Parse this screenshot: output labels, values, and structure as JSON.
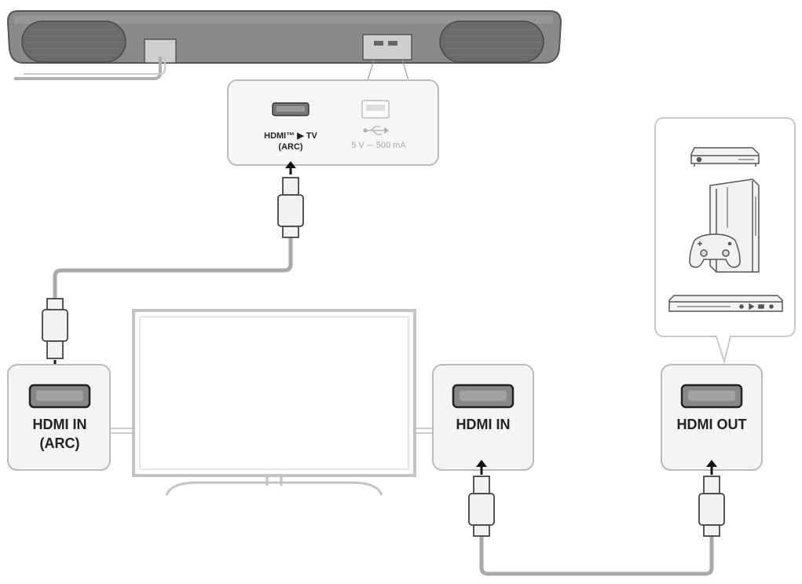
{
  "soundbar_panel": {
    "hdmi_label_line1": "HDMI™ ▶ TV",
    "hdmi_label_line2": "(ARC)",
    "usb_label": "5 V ⎓ 500 mA"
  },
  "tv": {
    "port_label_left_line1": "HDMI IN",
    "port_label_left_line2": "(ARC)",
    "port_label_right": "HDMI IN"
  },
  "source_device": {
    "port_label": "HDMI OUT",
    "device_icons": [
      "set-top-box-icon",
      "game-console-icon",
      "gamepad-icon",
      "blu-ray-player-icon"
    ]
  },
  "colors": {
    "panel_border": "#bbbbbb",
    "panel_fill": "#f4f4f4",
    "cable": "#a8a8a8",
    "soundbar": "#777777",
    "port_fill": "#888888",
    "tv_frame": "#c4c4c4"
  }
}
